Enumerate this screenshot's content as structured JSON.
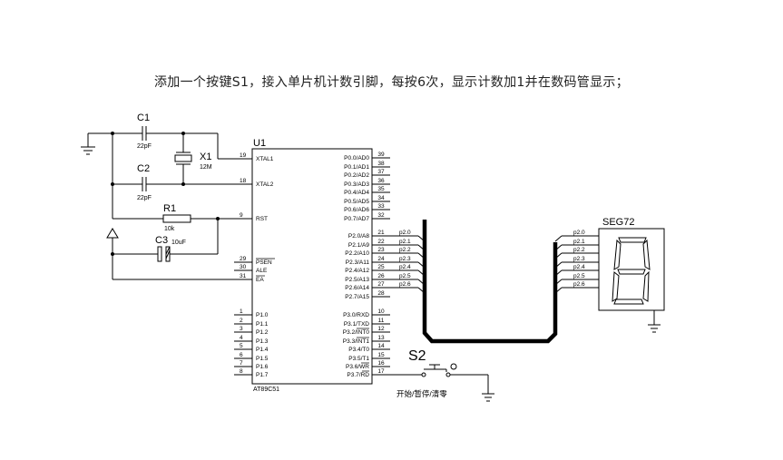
{
  "task": "添加一个按键S1，接入单片机计数引脚，每按6次，显示计数加1并在数码管显示；",
  "mcu": {
    "ref": "U1",
    "part": "AT89C51",
    "left_pins": [
      {
        "n": "19",
        "name": "XTAL1"
      },
      {
        "n": "18",
        "name": "XTAL2"
      },
      {
        "n": "9",
        "name": "RST"
      },
      {
        "n": "29",
        "name": "PSEN"
      },
      {
        "n": "30",
        "name": "ALE"
      },
      {
        "n": "31",
        "name": "EA"
      },
      {
        "n": "1",
        "name": "P1.0"
      },
      {
        "n": "2",
        "name": "P1.1"
      },
      {
        "n": "3",
        "name": "P1.2"
      },
      {
        "n": "4",
        "name": "P1.3"
      },
      {
        "n": "5",
        "name": "P1.4"
      },
      {
        "n": "6",
        "name": "P1.5"
      },
      {
        "n": "7",
        "name": "P1.6"
      },
      {
        "n": "8",
        "name": "P1.7"
      }
    ],
    "right_pins": [
      {
        "n": "39",
        "name": "P0.0/AD0"
      },
      {
        "n": "38",
        "name": "P0.1/AD1"
      },
      {
        "n": "37",
        "name": "P0.2/AD2"
      },
      {
        "n": "36",
        "name": "P0.3/AD3"
      },
      {
        "n": "35",
        "name": "P0.4/AD4"
      },
      {
        "n": "34",
        "name": "P0.5/AD5"
      },
      {
        "n": "33",
        "name": "P0.6/AD6"
      },
      {
        "n": "32",
        "name": "P0.7/AD7"
      },
      {
        "n": "21",
        "name": "P2.0/A8"
      },
      {
        "n": "22",
        "name": "P2.1/A9"
      },
      {
        "n": "23",
        "name": "P2.2/A10"
      },
      {
        "n": "24",
        "name": "P2.3/A11"
      },
      {
        "n": "25",
        "name": "P2.4/A12"
      },
      {
        "n": "26",
        "name": "P2.5/A13"
      },
      {
        "n": "27",
        "name": "P2.6/A14"
      },
      {
        "n": "28",
        "name": "P2.7/A15"
      },
      {
        "n": "10",
        "name": "P3.0/RXD"
      },
      {
        "n": "11",
        "name": "P3.1/TXD"
      },
      {
        "n": "12",
        "name": "P3.2/INT0"
      },
      {
        "n": "13",
        "name": "P3.3/INT1"
      },
      {
        "n": "14",
        "name": "P3.4/T0"
      },
      {
        "n": "15",
        "name": "P3.5/T1"
      },
      {
        "n": "16",
        "name": "P3.6/WR"
      },
      {
        "n": "17",
        "name": "P3.7/RD"
      }
    ]
  },
  "net_labels": [
    "p2.0",
    "p2.1",
    "p2.2",
    "p2.3",
    "p2.4",
    "p2.5",
    "p2.6"
  ],
  "components": {
    "c1": {
      "ref": "C1",
      "value": "22pF"
    },
    "c2": {
      "ref": "C2",
      "value": "22pF"
    },
    "x1": {
      "ref": "X1",
      "value": "12M"
    },
    "r1": {
      "ref": "R1",
      "value": "10k"
    },
    "c3": {
      "ref": "C3",
      "value": "10uF"
    },
    "seg": {
      "ref": "SEG72"
    },
    "s2": {
      "ref": "S2",
      "label": "开始/暂停/清零"
    }
  }
}
